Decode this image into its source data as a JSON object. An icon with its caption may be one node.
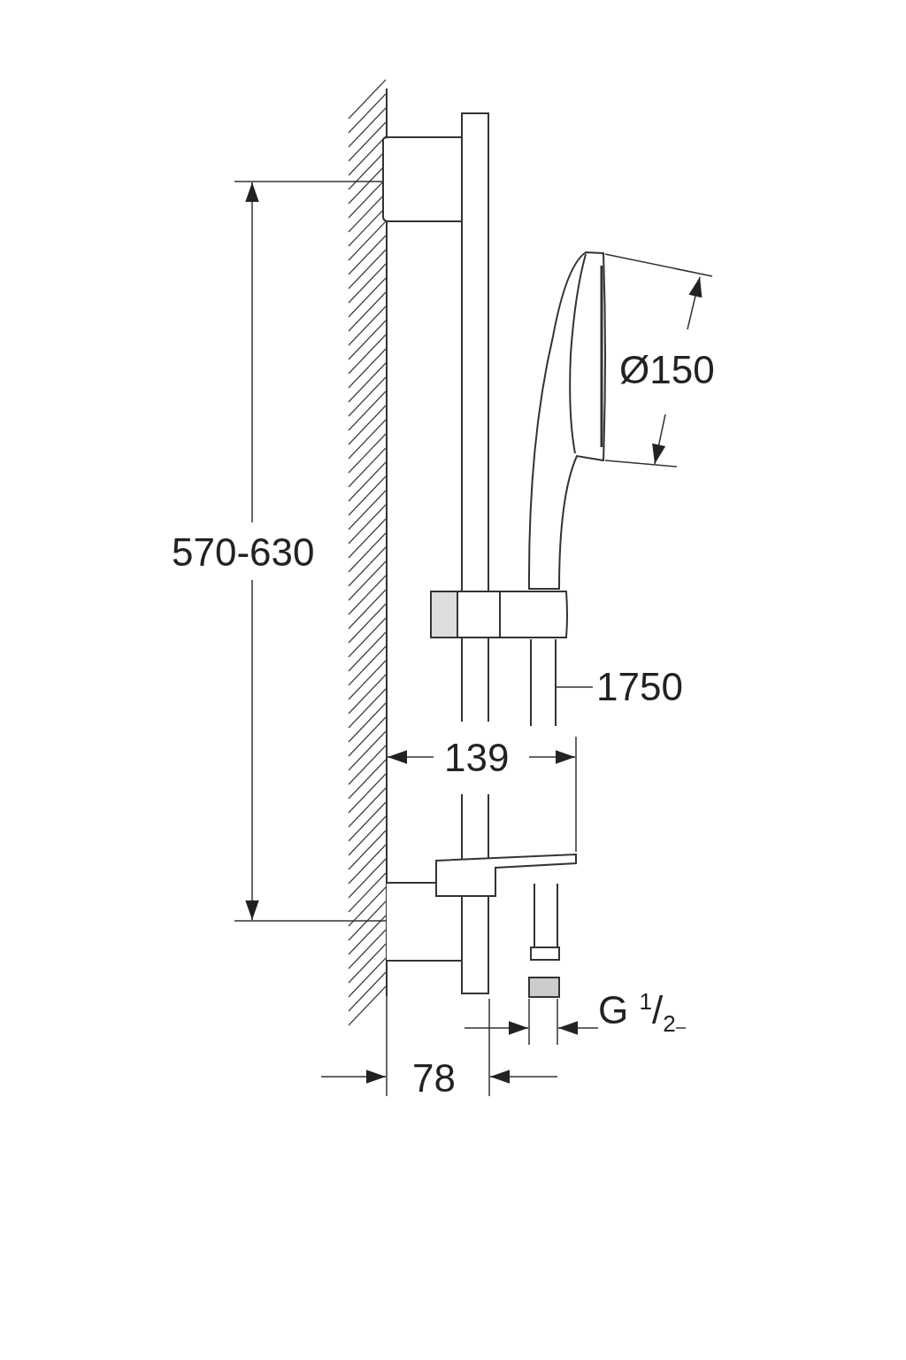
{
  "diagram": {
    "nodes": [
      {
        "text": [
          "1750"
        ]
      },
      {
        "text": [],
        "shape": "bar"
      }
    ],
    "edges": [
      {
        "from": 0,
        "to": 1,
        "arrow": "none"
      }
    ],
    "labels": [
      "Ø150",
      "570-630",
      "139",
      "G $^{1}$/$_{2}$",
      "78"
    ]
  }
}
